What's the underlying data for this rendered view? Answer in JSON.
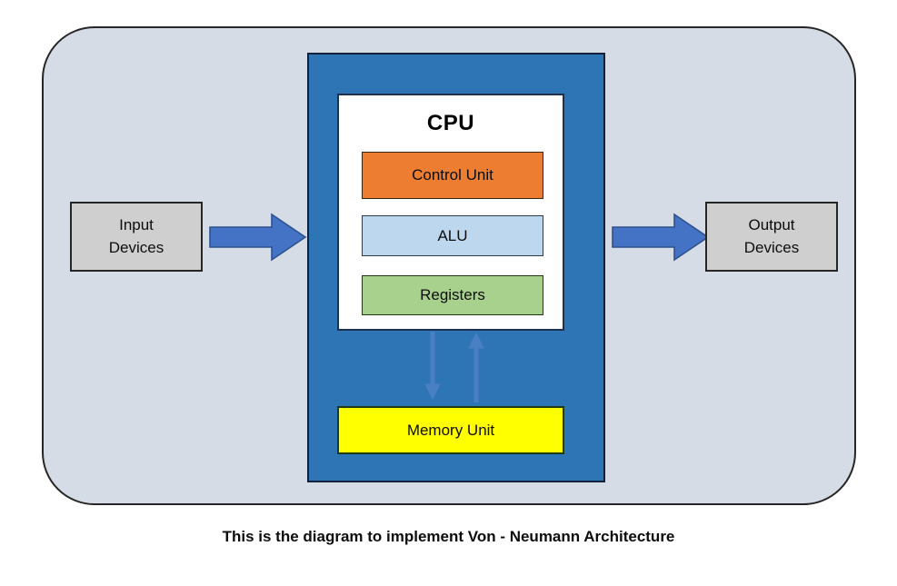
{
  "diagram": {
    "caption": "This is the diagram to implement Von - Neumann Architecture",
    "outer_panel": {
      "fill_color": "#d6dce5",
      "border_color": "#262626"
    },
    "system_container": {
      "name": "system-unit",
      "fill_color": "#2e75b6",
      "border_color": "#14213a"
    },
    "cpu": {
      "title": "CPU",
      "fill_color": "#ffffff",
      "border_color": "#1f3150",
      "components": [
        {
          "label": "Control Unit",
          "fill_color": "#ed7d31",
          "border_color": "#3b2410"
        },
        {
          "label": "ALU",
          "fill_color": "#bdd7ee",
          "border_color": "#2b3a4a"
        },
        {
          "label": "Registers",
          "fill_color": "#a9d18e",
          "border_color": "#203812"
        }
      ]
    },
    "memory": {
      "label": "Memory Unit",
      "fill_color": "#ffff00",
      "border_color": "#1f3912"
    },
    "io": {
      "input": {
        "line1": "Input",
        "line2": "Devices",
        "fill_color": "#cfcfcf",
        "border_color": "#262626"
      },
      "output": {
        "line1": "Output",
        "line2": "Devices",
        "fill_color": "#cfcfcf",
        "border_color": "#262626"
      }
    },
    "arrows": {
      "fill_color": "#4472c4",
      "stroke_color": "#2f528f",
      "input_to_cpu": "arrow-right",
      "cpu_to_output": "arrow-right",
      "cpu_to_memory": "arrow-down",
      "memory_to_cpu": "arrow-up",
      "bus_color": "#6f7fd0"
    }
  }
}
